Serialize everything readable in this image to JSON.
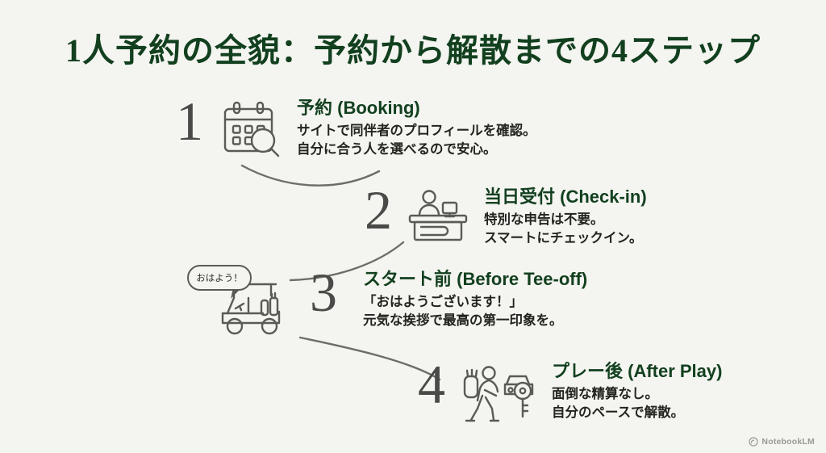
{
  "slide": {
    "title": "1人予約の全貌：予約から解散までの4ステップ",
    "background_color": "#f4f4f0",
    "accent_color": "#12401f",
    "icon_stroke_color": "#5a5a56",
    "number_color": "#4a4a48"
  },
  "steps": [
    {
      "number": "1",
      "icon": "calendar-search-icon",
      "heading": "予約 (Booking)",
      "line1": "サイトで同伴者のプロフィールを確認。",
      "line2": "自分に合う人を選べるので安心。"
    },
    {
      "number": "2",
      "icon": "reception-desk-icon",
      "heading": "当日受付 (Check-in)",
      "line1": "特別な申告は不要。",
      "line2": "スマートにチェックイン。"
    },
    {
      "number": "3",
      "icon": "golf-cart-icon",
      "heading": "スタート前 (Before Tee-off)",
      "line1": "「おはようございます！」",
      "line2": "元気な挨拶で最高の第一印象を。",
      "speech_bubble": "おはよう！"
    },
    {
      "number": "4",
      "icon": "golfer-walking-car-key-icon",
      "heading": "プレー後 (After Play)",
      "line1": "面倒な精算なし。",
      "line2": "自分のペースで解散。"
    }
  ],
  "watermark": {
    "label": "NotebookLM",
    "icon": "notebooklm-logo-icon"
  }
}
